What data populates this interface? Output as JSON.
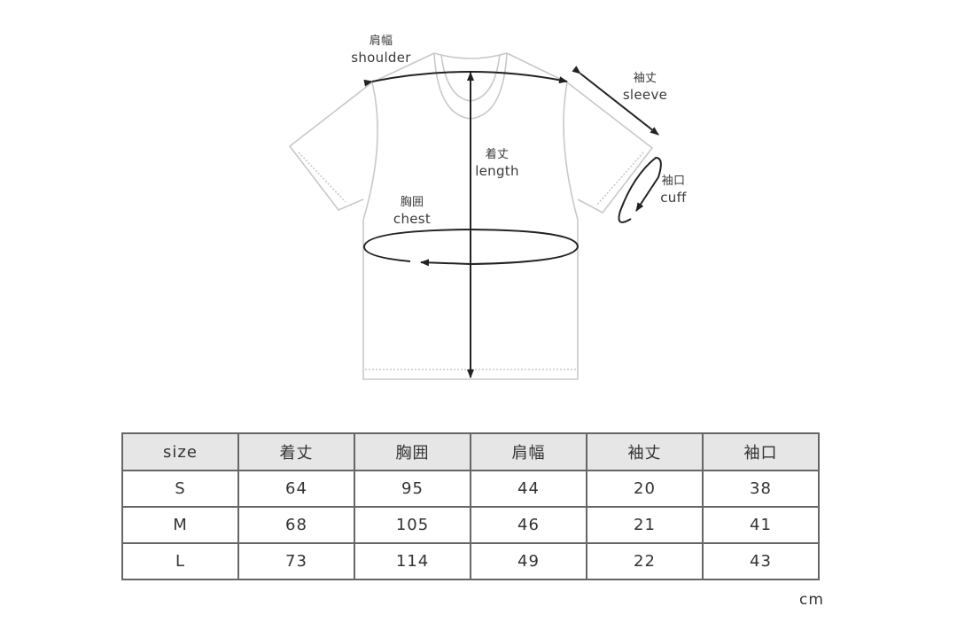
{
  "diagram": {
    "labels": {
      "shoulder": {
        "jp": "肩幅",
        "en": "shoulder"
      },
      "sleeve": {
        "jp": "袖丈",
        "en": "sleeve"
      },
      "length": {
        "jp": "着丈",
        "en": "length"
      },
      "chest": {
        "jp": "胸囲",
        "en": "chest"
      },
      "cuff": {
        "jp": "袖口",
        "en": "cuff"
      }
    },
    "colors": {
      "outline": "#c8c8c8",
      "arrow": "#222222"
    }
  },
  "table": {
    "headers": [
      "size",
      "着丈",
      "胸囲",
      "肩幅",
      "袖丈",
      "袖口"
    ],
    "rows": [
      [
        "S",
        "64",
        "95",
        "44",
        "20",
        "38"
      ],
      [
        "M",
        "68",
        "105",
        "46",
        "21",
        "41"
      ],
      [
        "L",
        "73",
        "114",
        "49",
        "22",
        "43"
      ]
    ],
    "header_bg": "#e6e6e6",
    "border_color": "#666666"
  },
  "unit": "cm"
}
